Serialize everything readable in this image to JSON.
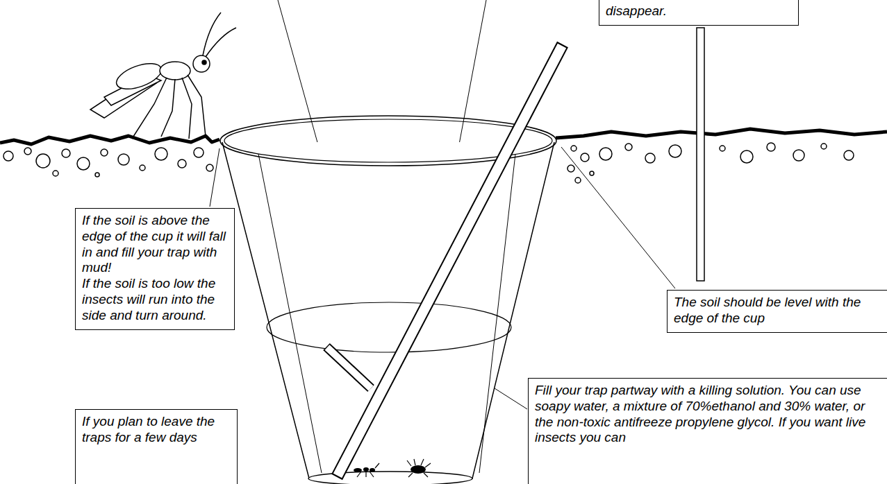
{
  "diagram": {
    "nodes": [
      {
        "text": [
          "disappear."
        ]
      },
      {
        "text": [
          "If the soil is above the edge of the cup it will fall in and fill your trap with mud!",
          "If the soil is too low the insects will run into the side and turn around."
        ]
      },
      {
        "text": [
          "The soil should be level with the edge of the cup"
        ]
      },
      {
        "text": [
          "Fill your trap partway with a killing solution. You can use soapy water, a mixture of 70%ethanol and 30% water, or the non-toxic antifreeze propylene glycol. If you want live insects you can"
        ]
      },
      {
        "text": [
          "If you plan to leave the traps for a few days"
        ]
      }
    ]
  }
}
